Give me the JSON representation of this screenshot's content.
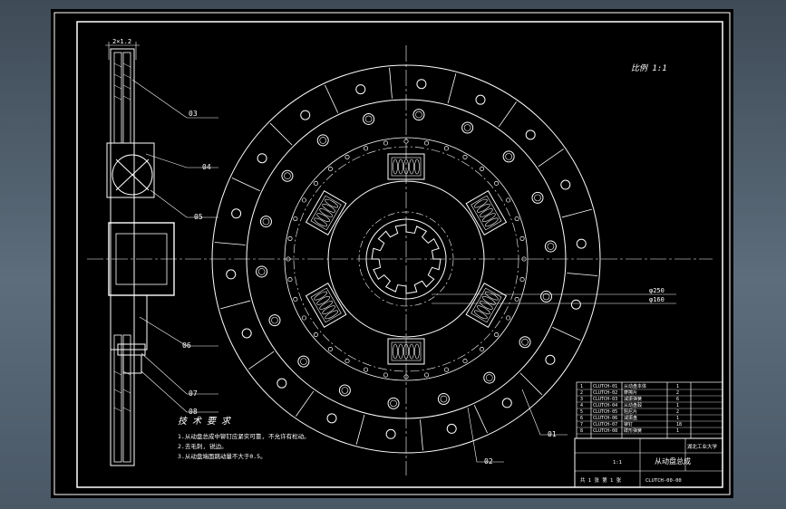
{
  "drawing": {
    "scale_note": "比例 1:1",
    "tech_requirements_title": "技 术 要 求",
    "tech_requirements": [
      "1.从动盘总成中铆钉应紧实可靠, 不允许有松动。",
      "2.去毛刺, 锐边。",
      "3.从动盘端面跳动量不大于0.5。"
    ],
    "dimension_top": "2×1.2",
    "callouts": [
      "03",
      "04",
      "05",
      "06",
      "07",
      "08",
      "01",
      "02"
    ],
    "diameter_labels": [
      "φ250",
      "φ160"
    ],
    "title_block": {
      "part_name": "从动盘总成",
      "school": "湖北工业大学",
      "drawing_no": "CLUTCH-00-00",
      "sheet": "共 1 张 第 1 张",
      "scale": "1:1"
    },
    "parts_list": [
      {
        "no": "1",
        "code": "CLUTCH-01",
        "name": "从动盘本体",
        "qty": "1"
      },
      {
        "no": "2",
        "code": "CLUTCH-02",
        "name": "摩擦片",
        "qty": "2"
      },
      {
        "no": "3",
        "code": "CLUTCH-03",
        "name": "减振弹簧",
        "qty": "6"
      },
      {
        "no": "4",
        "code": "CLUTCH-04",
        "name": "从动盘毂",
        "qty": "1"
      },
      {
        "no": "5",
        "code": "CLUTCH-05",
        "name": "阻尼片",
        "qty": "2"
      },
      {
        "no": "6",
        "code": "CLUTCH-06",
        "name": "减振盘",
        "qty": "1"
      },
      {
        "no": "7",
        "code": "CLUTCH-07",
        "name": "铆钉",
        "qty": "18"
      },
      {
        "no": "8",
        "code": "CLUTCH-08",
        "name": "碟形弹簧",
        "qty": "1"
      }
    ]
  }
}
